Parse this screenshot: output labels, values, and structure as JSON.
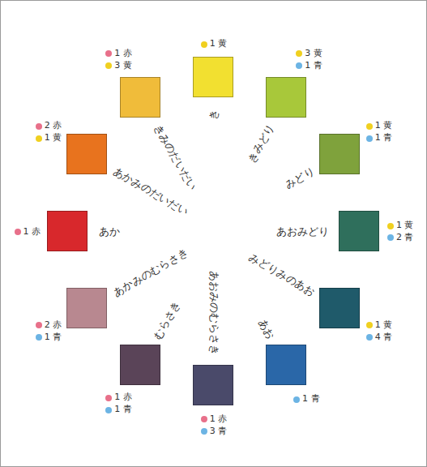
{
  "diagram": {
    "nodes": [
      {
        "text": [
          "き",
          "1 黄"
        ]
      },
      {
        "text": [
          "きみどり",
          "3 黄",
          "1 青"
        ]
      },
      {
        "text": [
          "みどり",
          "1 黄",
          "1 青"
        ]
      },
      {
        "text": [
          "あおみどり",
          "1 黄",
          "2 青"
        ]
      },
      {
        "text": [
          "みどりみのあお",
          "1 黄",
          "4 青"
        ]
      },
      {
        "text": [
          "あお",
          "1 青"
        ]
      },
      {
        "text": [
          "あおみのむらさき",
          "1 赤",
          "3 青"
        ]
      },
      {
        "text": [
          "むらさき",
          "1 赤",
          "1 青"
        ]
      },
      {
        "text": [
          "あかみのむらさき",
          "2 赤",
          "1 青"
        ]
      },
      {
        "text": [
          "あか",
          "1 赤"
        ]
      },
      {
        "text": [
          "あかみのだいだい",
          "2 赤",
          "1 黄"
        ]
      },
      {
        "text": [
          "きみのだいだい",
          "1 赤",
          "3 黄"
        ]
      }
    ]
  }
}
